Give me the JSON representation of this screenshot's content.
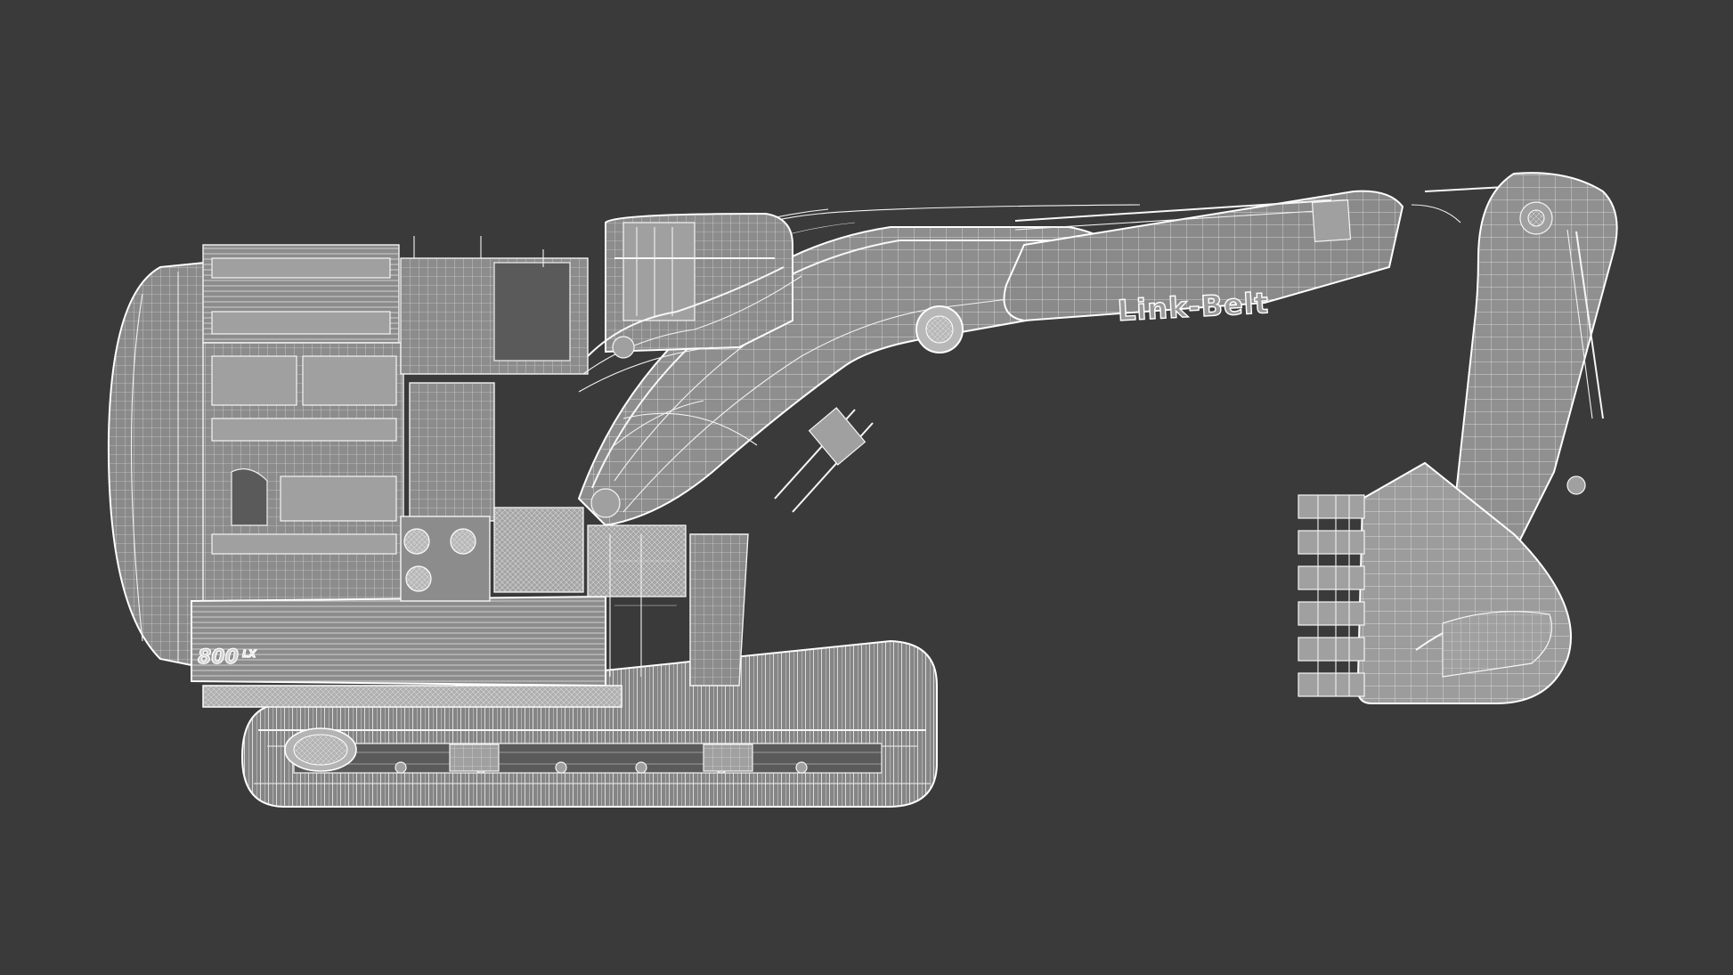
{
  "scene": {
    "background_color": "#3a3a3a",
    "wire_color": "#f2f2f2",
    "surface_color": "#8c8c8c",
    "subject": "excavator-wireframe-render"
  },
  "decals": {
    "brand": "Link-Belt",
    "model": "800",
    "model_suffix": "LX"
  }
}
